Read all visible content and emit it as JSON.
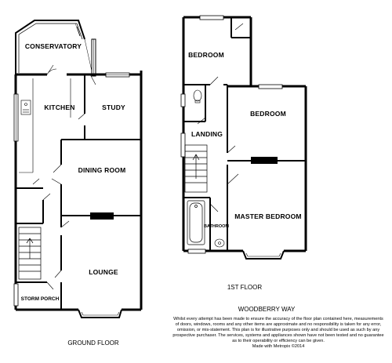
{
  "ground_floor": {
    "caption": "GROUND FLOOR",
    "rooms": {
      "conservatory": "CONSERVATORY",
      "kitchen": "KITCHEN",
      "study": "STUDY",
      "dining_room": "DINING ROOM",
      "lounge": "LOUNGE",
      "storm_porch": "STORM PORCH"
    }
  },
  "first_floor": {
    "caption": "1ST FLOOR",
    "rooms": {
      "bedroom_small": "BEDROOM",
      "bedroom": "BEDROOM",
      "landing": "LANDING",
      "bathroom": "BATHROOM",
      "master_bedroom": "MASTER BEDROOM"
    }
  },
  "footer": {
    "address": "WOODBERRY WAY",
    "disclaimer_lines": [
      "Whilst every attempt has been made to ensure the accuracy of the floor plan contained here, measurements",
      "of doors, windows, rooms and any other items are approximate and no responsibility is taken for any error,",
      "omission, or mis-statement. This plan is for illustrative purposes only and should be used as such by any",
      "prospective purchaser. The services, systems and appliances shown have not been tested and no guarantee",
      "as to their operability or efficiency can be given.",
      "Made with Metropix ©2014"
    ]
  }
}
